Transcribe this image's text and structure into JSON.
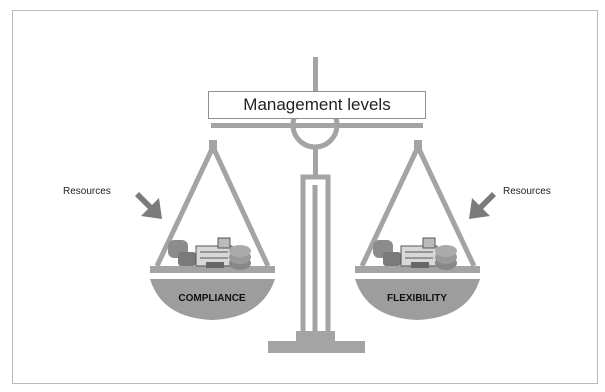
{
  "title": "Management levels",
  "left": {
    "arrow_label": "Resources",
    "pan_label": "COMPLIANCE"
  },
  "right": {
    "arrow_label": "Resources",
    "pan_label": "FLEXIBILITY"
  },
  "colors": {
    "structure": "#a4a4a4",
    "pan": "#9d9d9d",
    "arrow": "#7b7b7b",
    "object": "#8c8c8c"
  }
}
